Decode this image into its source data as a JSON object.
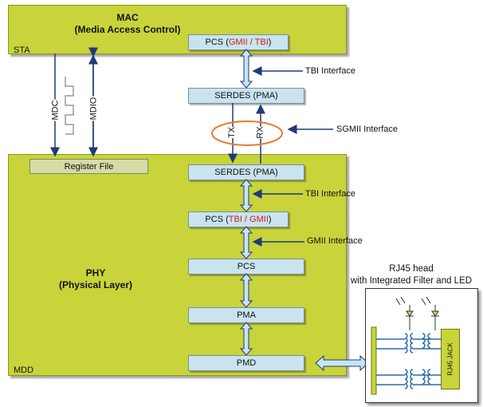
{
  "mac": {
    "title_line1": "MAC",
    "title_line2": "(Media Access Control)",
    "tag": "STA"
  },
  "phy": {
    "title_line1": "PHY",
    "title_line2": "(Physical Layer)",
    "tag": "MDD",
    "register_file": "Register File"
  },
  "blocks": {
    "mac_pcs_prefix": "PCS (",
    "mac_pcs_colored": "GMII / TBI",
    "mac_pcs_suffix": ")",
    "mac_serdes": "SERDES (PMA)",
    "phy_serdes": "SERDES (PMA)",
    "phy_pcs1_prefix": "PCS (",
    "phy_pcs1_colored": "TBI / GMII",
    "phy_pcs1_suffix": ")",
    "phy_pcs2": "PCS",
    "phy_pma": "PMA",
    "phy_pmd": "PMD"
  },
  "labels": {
    "tbi_interface_top": "TBI Interface",
    "sgmii_interface": "SGMII Interface",
    "tbi_interface_phy": "TBI Interface",
    "gmii_interface": "GMII Interface",
    "mdc": "MDC",
    "mdio": "MDIO",
    "tx": "TX",
    "rx": "RX"
  },
  "rj45": {
    "title_line1": "RJ45 head",
    "title_line2": "with Integrated Filter and LED",
    "jack": "RJ45 JACK"
  },
  "colors": {
    "panel": "#c8d43a",
    "block": "#c9e4ef",
    "arrow": "#1f3a78",
    "ellipse": "#e87a2a",
    "red_text": "#d11a1a"
  }
}
